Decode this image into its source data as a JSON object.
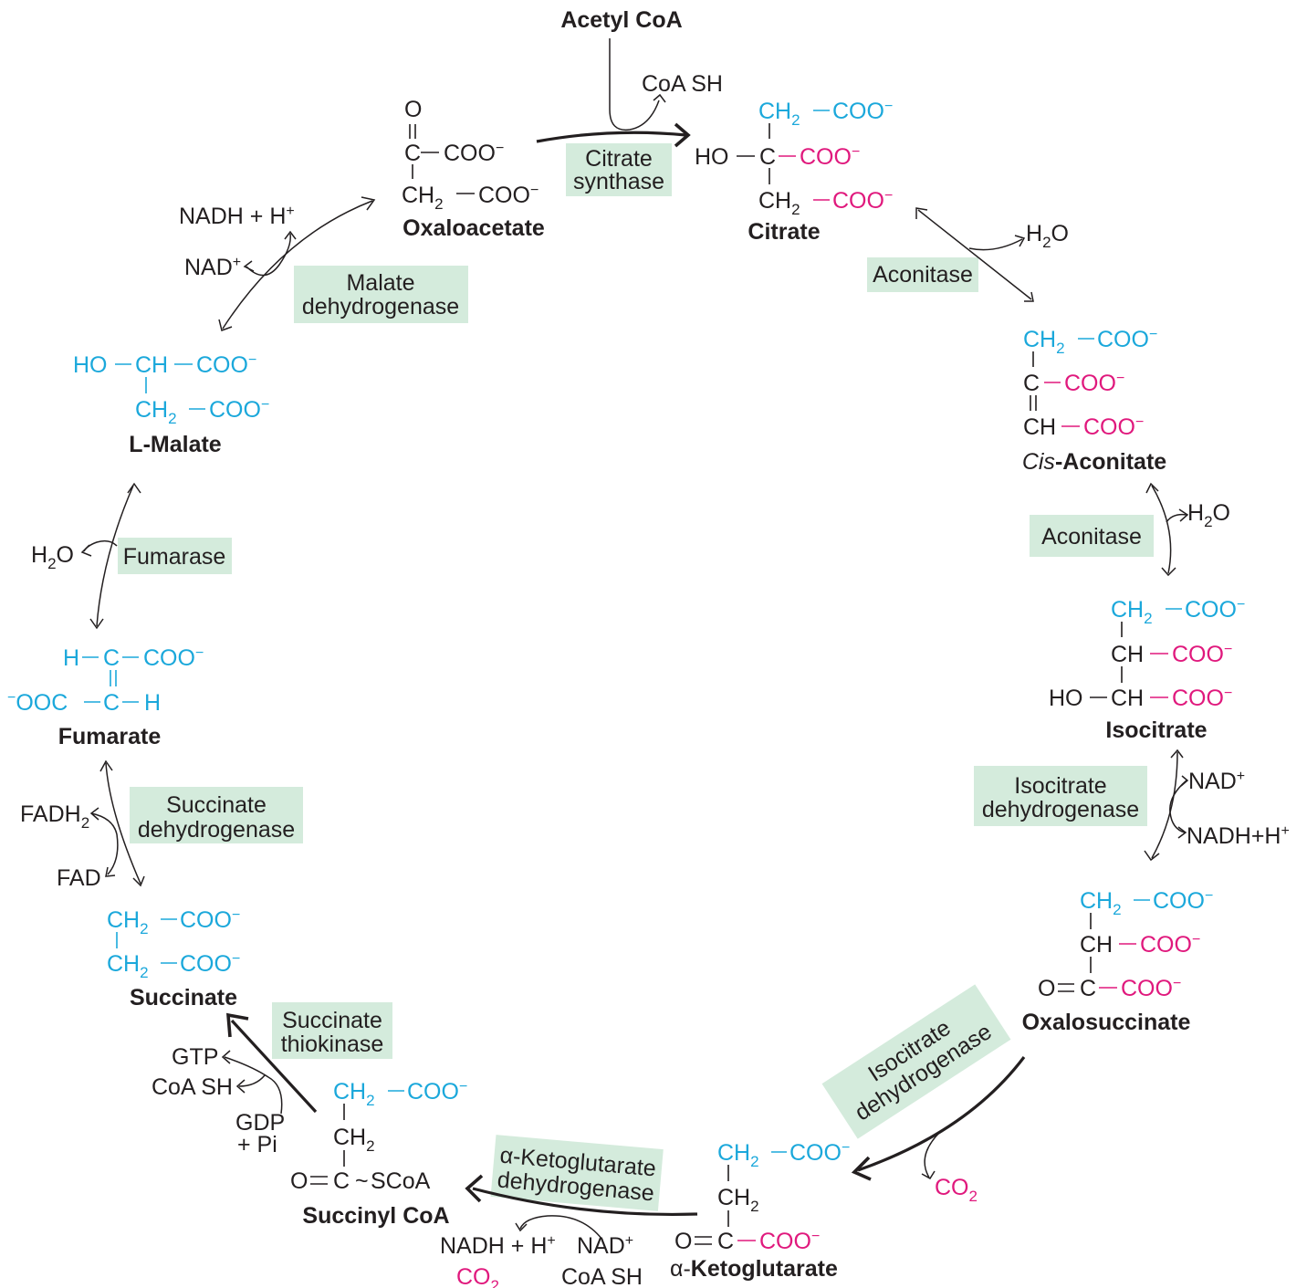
{
  "compounds": {
    "acetyl_coa": "Acetyl CoA",
    "oxaloacetate": "Oxaloacetate",
    "citrate": "Citrate",
    "cis_aconitate_prefix": "Cis",
    "cis_aconitate_rest": "-Aconitate",
    "isocitrate": "Isocitrate",
    "oxalosuccinate": "Oxalosuccinate",
    "alpha_kg_greek": "α-",
    "alpha_kg_rest": "Ketoglutarate",
    "succinyl_coa": "Succinyl CoA",
    "succinate": "Succinate",
    "fumarate": "Fumarate",
    "l_malate": "L-Malate"
  },
  "enzymes": {
    "citrate_synthase": [
      "Citrate",
      "synthase"
    ],
    "aconitase_1": [
      "Aconitase"
    ],
    "aconitase_2": [
      "Aconitase"
    ],
    "isocitrate_dh_1": [
      "Isocitrate",
      "dehydrogenase"
    ],
    "isocitrate_dh_2": [
      "Isocitrate",
      "dehydrogenase"
    ],
    "akg_dh": [
      "α-Ketoglutarate",
      "dehydrogenase"
    ],
    "succinate_thiokinase": [
      "Succinate",
      "thiokinase"
    ],
    "succinate_dh": [
      "Succinate",
      "dehydrogenase"
    ],
    "fumarase": [
      "Fumarase"
    ],
    "malate_dh": [
      "Malate",
      "dehydrogenase"
    ]
  },
  "cofactors": {
    "coa_sh": "CoA SH",
    "h2o": "H",
    "h2o_sub": "2",
    "h2o_o": "O",
    "nad": "NAD",
    "nadh_h": "NADH+H",
    "nadh_plus_h": "NADH + H",
    "plus": "+",
    "co2_c": "CO",
    "co2_sub": "2",
    "gtp": "GTP",
    "gdp": "GDP",
    "pi": "+ Pi",
    "fadh": "FADH",
    "fadh_sub": "2",
    "fad": "FAD"
  },
  "groups": {
    "o": "O",
    "c": "C",
    "ch": "CH",
    "ch2_c": "CH",
    "ch2_sub": "2",
    "coo": "COO",
    "minus": "−",
    "ho": "HO",
    "h": "H",
    "ooc": "OOC",
    "scoa": "SCoA",
    "tilde": "~"
  },
  "colors": {
    "carbon_skeleton": "#1ba8db",
    "new_carboxyl": "#e0197d",
    "enzyme_box": "#d4ebdc",
    "text": "#231f20"
  }
}
